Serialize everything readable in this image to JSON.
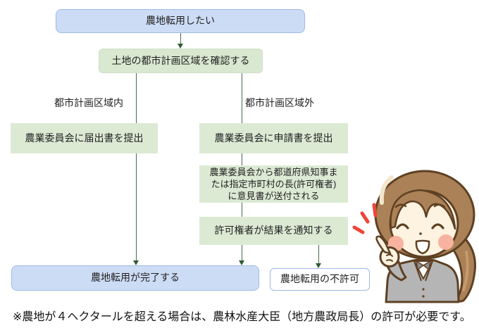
{
  "flowchart": {
    "start_box": "農地転用したい",
    "check_box": "土地の都市計画区域を確認する",
    "branch_left_label": "都市計画区域内",
    "branch_right_label": "都市計画区域外",
    "notification_box": "農業委員会に届出書を提出",
    "application_box": "農業委員会に申請書を提出",
    "opinion_box": "農業委員会から都道府県知事または指定市町村の長(許可権者)に意見書が送付される",
    "result_box": "許可権者が結果を通知する",
    "complete_box": "農地転用が完了する",
    "denied_box": "農地転用の不許可"
  },
  "note": "※農地が４ヘクタールを超える場合は、農林水産大臣（地方農政局長）の許可が必要です。",
  "colors": {
    "blue_box_fill": "#cddcf5",
    "blue_box_border": "#9fb9e6",
    "green_box_fill": "#dcead4",
    "flow_line": "#4a6b4f",
    "arrowhead": "#2e5c34",
    "emphasis_red": "#ef4438",
    "hair_brown": "#ab8157",
    "suit_gray": "#b5b5b5"
  },
  "illustration": {
    "name": "pointing-woman"
  }
}
